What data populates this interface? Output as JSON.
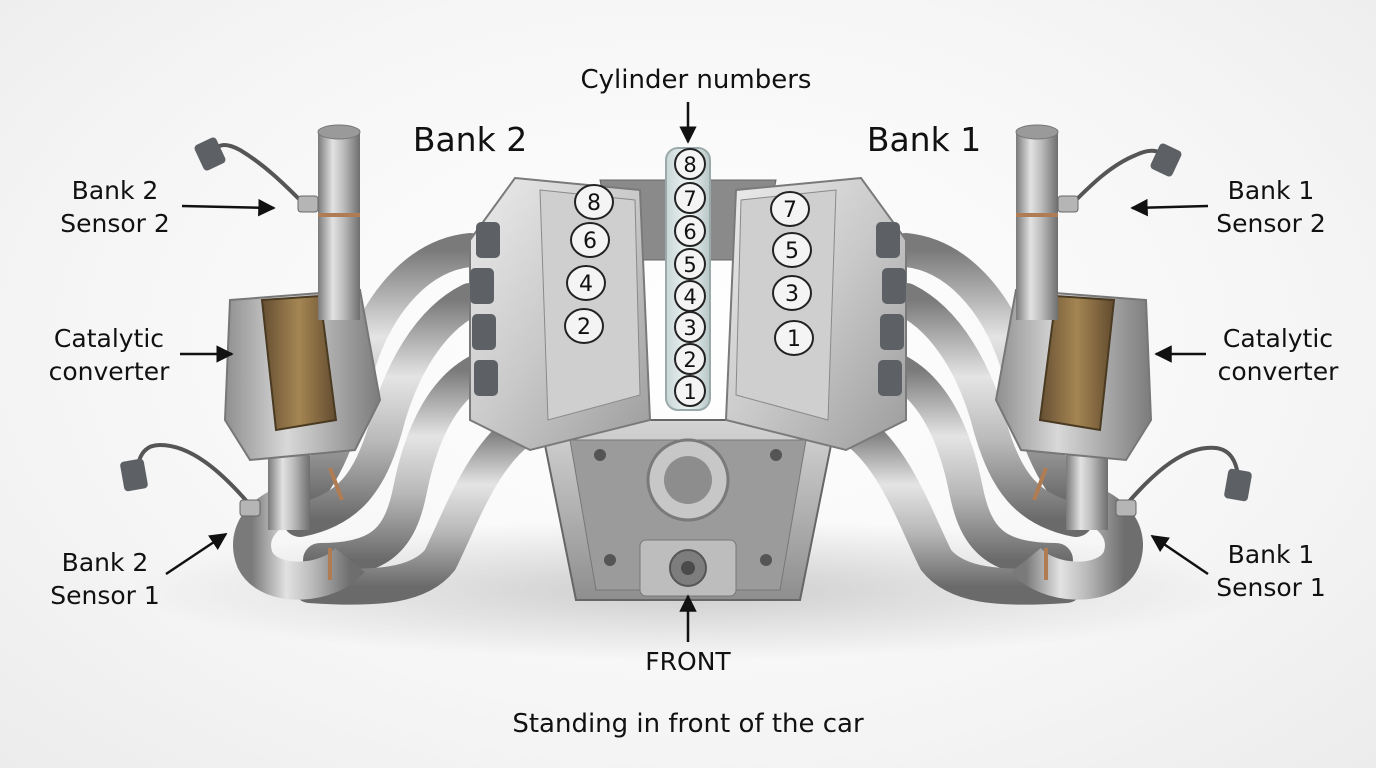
{
  "labels": {
    "cylinder_numbers": "Cylinder numbers",
    "bank2": "Bank 2",
    "bank1": "Bank 1",
    "bank2_sensor2": [
      "Bank 2",
      "Sensor 2"
    ],
    "bank1_sensor2": [
      "Bank 1",
      "Sensor 2"
    ],
    "catalytic_left": [
      "Catalytic",
      "converter"
    ],
    "catalytic_right": [
      "Catalytic",
      "converter"
    ],
    "bank2_sensor1": [
      "Bank 2",
      "Sensor 1"
    ],
    "bank1_sensor1": [
      "Bank 1",
      "Sensor 1"
    ],
    "front": "FRONT",
    "footer": "Standing in front of the car"
  },
  "cylinders": {
    "center_column": [
      "8",
      "7",
      "6",
      "5",
      "4",
      "3",
      "2",
      "1"
    ],
    "bank2": [
      "8",
      "6",
      "4",
      "2"
    ],
    "bank1": [
      "7",
      "5",
      "3",
      "1"
    ]
  },
  "colors": {
    "metal_light": "#d9d9d9",
    "metal_mid": "#a8a8a8",
    "metal_dark": "#6f6f6f",
    "catalyst_core": "#8a6a3a",
    "sensor_plug": "#5d6166",
    "arrow": "#111111"
  }
}
